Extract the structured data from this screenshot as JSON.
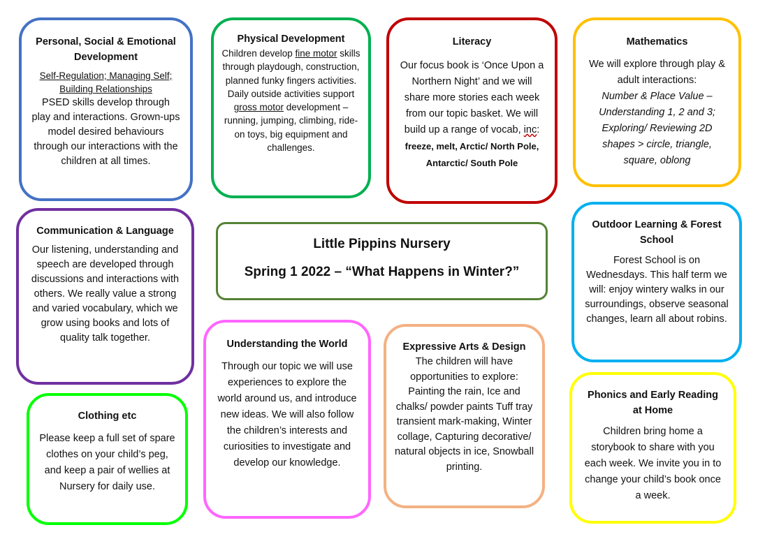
{
  "psed": {
    "title": "Personal, Social & Emotional Development",
    "subtitle": "Self-Regulation; Managing Self; Building Relationships",
    "text": "PSED skills develop through play and interactions. Grown-ups model desired behaviours through our interactions with the children at all times."
  },
  "physical": {
    "title": "Physical Development",
    "t1": "Children develop ",
    "u1": "fine motor",
    "t2": " skills through playdough, construction, planned funky fingers activities. Daily outside activities support ",
    "u2": "gross motor",
    "t3": " development – running, jumping, climbing, ride-on toys, big equipment and challenges."
  },
  "literacy": {
    "title": "Literacy",
    "t1": "Our focus book is ‘Once Upon a Northern Night’ and we will share more stories each week from our topic basket. We will build up a range of vocab, ",
    "inc": "inc",
    "t2": ":",
    "vocab": "freeze, melt, Arctic/ North Pole, Antarctic/ South Pole"
  },
  "maths": {
    "title": "Mathematics",
    "text": "We will explore through play & adult interactions:",
    "italic": "Number & Place Value – Understanding 1, 2 and 3; Exploring/ Reviewing 2D shapes > circle, triangle, square, oblong"
  },
  "communication": {
    "title": "Communication & Language",
    "text": "Our listening, understanding and speech are developed through discussions and interactions with others. We really value a strong and varied vocabulary, which we grow using books and lots of quality talk together."
  },
  "header": {
    "title": "Little Pippins Nursery",
    "subtitle": "Spring 1 2022 – “What Happens in Winter?”"
  },
  "outdoor": {
    "title": "Outdoor Learning & Forest School",
    "text": "Forest School is on Wednesdays. This half term we will: enjoy wintery walks in our surroundings, observe seasonal changes, learn all about robins."
  },
  "world": {
    "title": "Understanding the World",
    "text": "Through our topic we will use experiences to explore the world around us, and introduce new ideas. We will also follow the children’s interests and curiosities to investigate and develop our knowledge."
  },
  "arts": {
    "title": "Expressive Arts & Design",
    "text": "The children will have opportunities to explore: Painting the rain, Ice and chalks/ powder paints Tuff tray transient mark-making, Winter collage, Capturing decorative/ natural objects in ice, Snowball printing."
  },
  "clothing": {
    "title": "Clothing etc",
    "text": "Please keep a full set of spare clothes on your child’s peg, and keep a pair of wellies at Nursery for daily use."
  },
  "phonics": {
    "title": "Phonics and Early Reading at Home",
    "text": "Children bring home a storybook to share with you each week. We invite you in to change your child’s book once a week."
  }
}
